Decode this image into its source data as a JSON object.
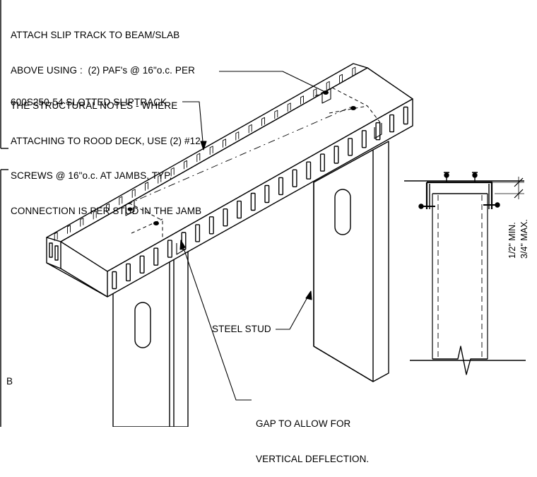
{
  "notes": {
    "attach": [
      "ATTACH SLIP TRACK TO BEAM/SLAB",
      "ABOVE USING :  (2) PAF's @ 16\"o.c. PER",
      "THE STRUCTURAL NOTES - WHERE",
      "ATTACHING TO ROOD DECK, USE (2) #12",
      "SCREWS @ 16\"o.c. AT JAMBS, TYP.",
      "CONNECTION IS PER STUD IN THE JAMB"
    ],
    "sliptrack": "600S250-54 SLOTTED SLIPTRACK",
    "stud": "STEEL STUD",
    "gap": [
      "GAP TO ALLOW FOR",
      "VERTICAL DEFLECTION."
    ],
    "sheet_letter": "B"
  },
  "dimensions": {
    "min": "1/2\" MIN.",
    "max": "3/4\" MAX."
  }
}
